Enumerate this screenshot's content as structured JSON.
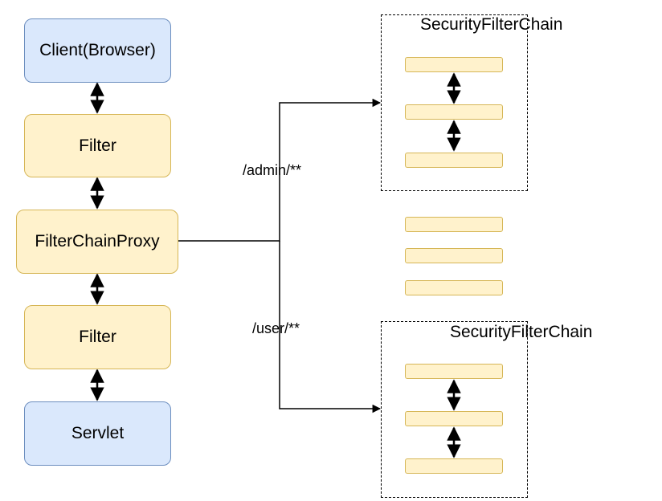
{
  "left_chain": {
    "client": "Client(Browser)",
    "filter_top": "Filter",
    "proxy": "FilterChainProxy",
    "filter_bottom": "Filter",
    "servlet": "Servlet"
  },
  "routes": {
    "admin": "/admin/**",
    "user": "/user/**"
  },
  "security_chains": {
    "top_title": "SecurityFilterChain",
    "bottom_title": "SecurityFilterChain"
  },
  "colors": {
    "blue_fill": "#dae8fc",
    "blue_stroke": "#6c8ebf",
    "yellow_fill": "#fff2cc",
    "yellow_stroke": "#d6b656"
  }
}
